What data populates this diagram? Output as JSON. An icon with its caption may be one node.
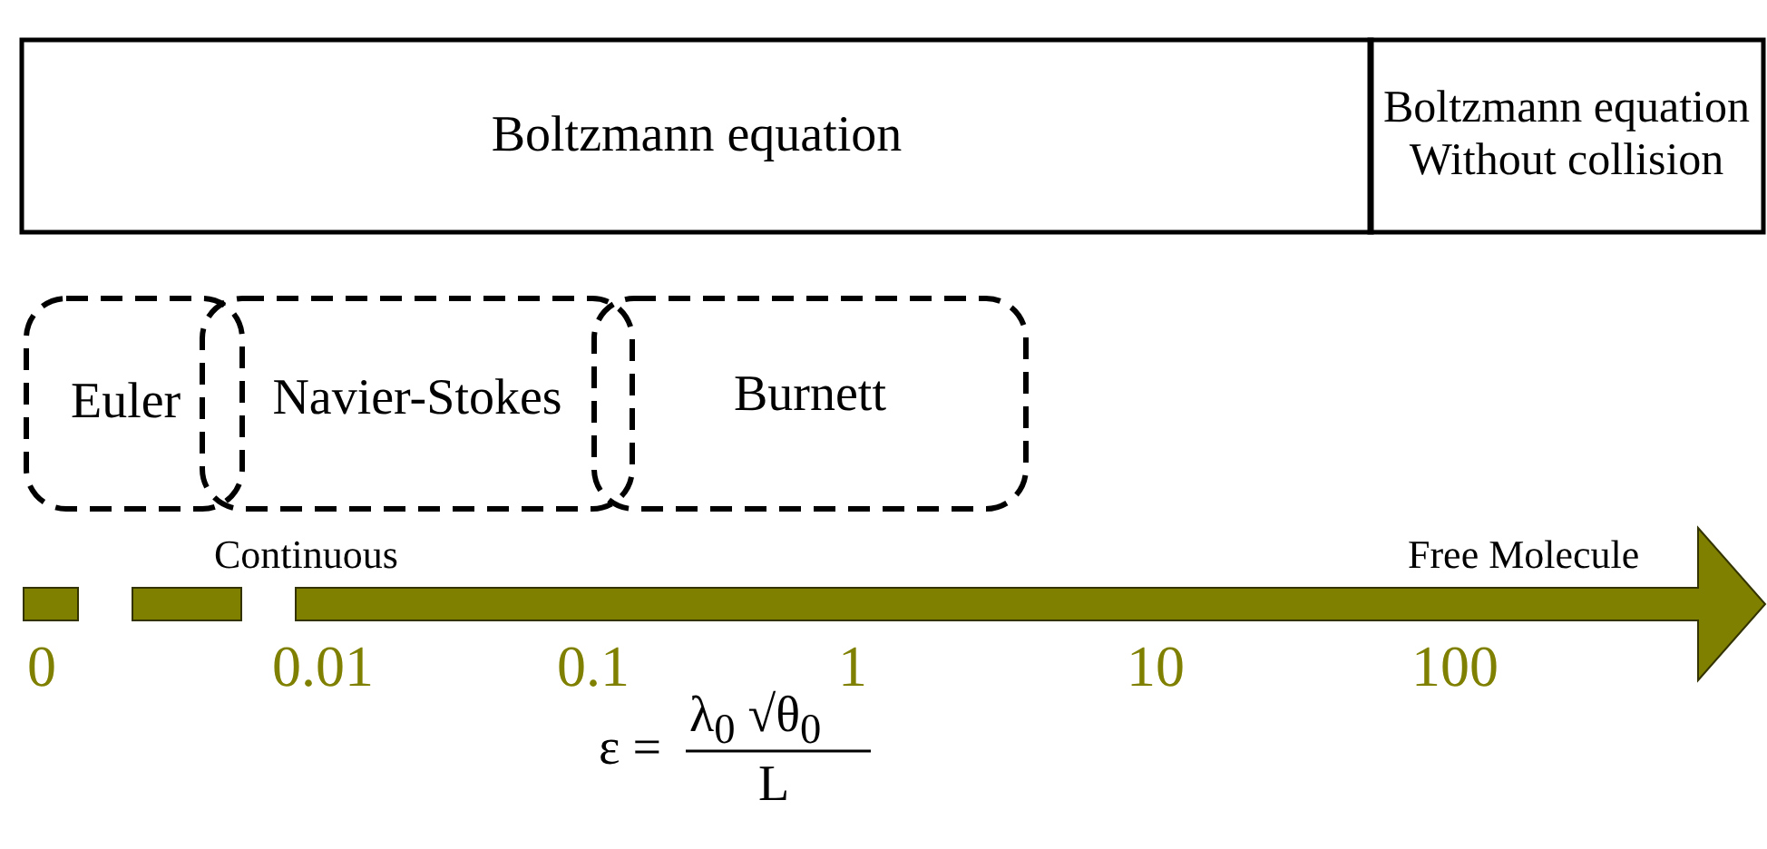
{
  "diagram": {
    "nodes": [
      {
        "text": [
          "Boltzmann equation"
        ]
      },
      {
        "text": [
          "Boltzmann equation Without collision"
        ]
      },
      {
        "text": [
          "Euler"
        ]
      },
      {
        "text": [
          "Navier-Stokes"
        ]
      },
      {
        "text": [
          "Burnett"
        ]
      }
    ],
    "labels": [
      "Continuous",
      "Free Molecule",
      "0",
      "0.01",
      "0.1",
      "1",
      "10",
      "100",
      "ε =",
      "λ$_{0}$ √θ$_{0}$",
      "L"
    ]
  }
}
